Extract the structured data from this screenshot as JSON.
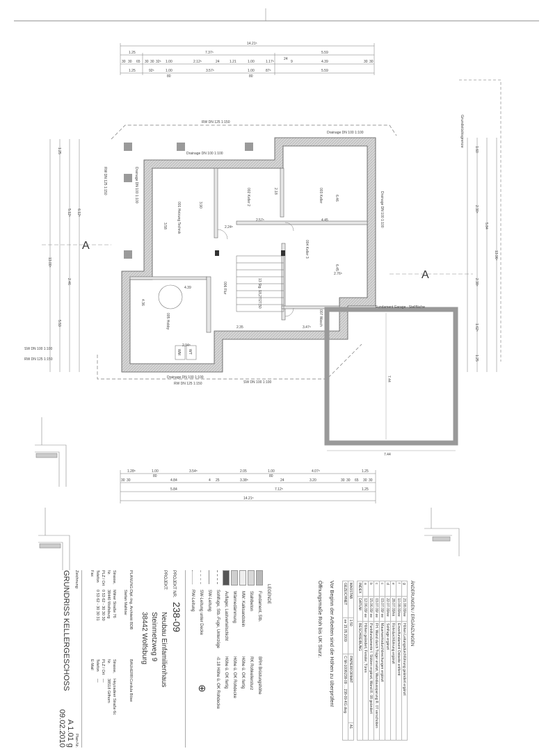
{
  "plan": {
    "section_marker": "A",
    "boundary_label": "Grundstücksgrenze",
    "pipes": {
      "rw_top": "RW DN 125 1:150",
      "drain_top": "Drainage DN 100 1:100",
      "drain_inner": "Drainage DN 100 1:100",
      "drain_left": "Drainage DN 100 1:100",
      "drain_right": "Drainage DN 100 1:100",
      "rw_left": "RW DN 125 1:150",
      "sw_left": "SW DN 100 1:100",
      "rw_bottom": "RW DN 125 1:150",
      "sw_bottom": "SW DN 100 1:100",
      "drain_bottom": "Drainage DN 100 1:100"
    },
    "dims_top": {
      "overall": "14.21⁵",
      "row1": [
        "1.25",
        "7.37⁵",
        "5.59"
      ],
      "row2": [
        "30",
        "30",
        "65",
        "30",
        "30",
        "32⁵",
        "1.00",
        "2.12⁵",
        "24",
        "1.21",
        "1.00",
        "1.17⁵",
        "24",
        "9",
        "4.39",
        "30",
        "30"
      ],
      "row3": [
        "1.25",
        "92⁵",
        "1.00",
        "3.57⁵",
        "1.00",
        "87⁵",
        "5.59"
      ],
      "row3_sub": [
        "80",
        "80"
      ]
    },
    "dims_bottom": {
      "row1": [
        "1.28⁵",
        "1.00",
        "3.54⁵",
        "2.05",
        "1.00",
        "4.07⁵",
        "1.25"
      ],
      "row1_sub": [
        "80",
        "80"
      ],
      "row2": [
        "30",
        "30",
        "4.84",
        "4",
        "25",
        "3.38⁵",
        "24",
        "3.20",
        "30",
        "30",
        "65",
        "30",
        "30"
      ],
      "row3": [
        "5.84",
        "7.12⁵",
        "1.25"
      ],
      "overall": "14.21⁵",
      "garage_width": "7.44"
    },
    "dims_left": [
      "1.25",
      "5.12⁵",
      "13.00⁵",
      "2.46",
      "5.59",
      "6.12⁵"
    ],
    "dims_right": [
      "1.60",
      "2.30⁵",
      "5.84",
      "13.96⁵",
      "2.38⁵",
      "1.62⁵",
      "1.25"
    ],
    "inner_dims": [
      "3.90",
      "2.57⁵",
      "4.45",
      "2.24⁵",
      "3.58",
      "2.18",
      "4.36",
      "2.35",
      "3.47⁵",
      "2.94⁵",
      "4.39",
      "2.76⁵",
      "6.46",
      "6.45"
    ],
    "rooms": [
      {
        "id": "room-01",
        "label": "001 Heizung Technik"
      },
      {
        "id": "room-02",
        "label": "002 Keller 2"
      },
      {
        "id": "room-03",
        "label": "003 Keller"
      },
      {
        "id": "room-04",
        "label": "004 Keller 3"
      },
      {
        "id": "room-05",
        "label": "005 Hobby"
      },
      {
        "id": "room-06",
        "label": "006 Flur"
      },
      {
        "id": "room-07",
        "label": "007 Wasch"
      }
    ],
    "stair_label": "13 Stg. 18,27/27,50",
    "wm_label": "WM",
    "wt_label": "WT",
    "garage_label": "Fundament Garage - Stellfläche",
    "garage_depth": "7.44"
  },
  "legend": {
    "title": "LEGENDE",
    "items": [
      {
        "label": "Fundament, Stb.",
        "color": "#b8b8b8"
      },
      {
        "label": "Stahlbeton",
        "color": "#d8d8d8"
      },
      {
        "label": "MW: Kalksandstein",
        "color": "#eeeeee"
      },
      {
        "label": "Wärmedämmung",
        "color": "#cfcfcf"
      },
      {
        "label": "Auflager, Lastverteilschicht",
        "color": "#555555"
      },
      {
        "label": "Sohlfuge, Stb.-Fuge, Unterzüge",
        "color": "#ffffff"
      },
      {
        "label": "SW-Leitung",
        "color": "#ffffff"
      },
      {
        "label": "SW-Leitung unter Decke",
        "color": "#ffffff"
      },
      {
        "label": "RW-Leitung",
        "color": "#ffffff"
      }
    ],
    "symbols": [
      "BRH Brüstungshöhe",
      "RK Rohkellersturz",
      "Höhe ü. OK fertig",
      "Höhe ü. OK Rohdecke",
      "Höhe ü. OK fertig",
      "-0.18 Höhe ü. OK Rohdecke"
    ]
  },
  "title_block": {
    "project_nr_label": "PROJEKT NR.",
    "project_nr": "238-09",
    "project_label": "PROJEKT:",
    "project_lines": [
      "Neubau Einfamilienhaus",
      "Steinmetzweg 9",
      "38442 Wolfsburg"
    ],
    "planning_label": "PLANUNG:",
    "planner": [
      "Dipl.-Ing. Architekt BDB",
      "Stefan Mahlow"
    ],
    "planner_fields": [
      "Strasse, Nr.",
      "PLZ / Ort",
      "Telefon",
      "Fax"
    ],
    "planner_values": [
      "Milner Straße 76",
      "38440 Wolfsburg",
      "0 53 62 - 30 30 30",
      "0 53 62 - 30 30 31"
    ],
    "client_label": "BAUHERR:",
    "client": "Cordula Böse",
    "client_fields": [
      "Strasse, Nr.",
      "PLZ / Ort",
      "Telefon",
      "E-Mail"
    ],
    "client_values": [
      "Heyzadeer Straße 6c",
      "38518 Gifhorn",
      "—",
      "—"
    ],
    "drawing_label": "Zeichnung:",
    "drawing_title": "GRUNDRISS KELLERGESCHOSS",
    "plan_nr_label": "Plan-Nr.",
    "plan_nr": "A 1.01 g",
    "date": "09.02.2010"
  },
  "changes": {
    "title": "ÄNDERUNGEN / ERGÄNZUNGEN",
    "rows": [
      {
        "index": "g",
        "date": "21.08.09/ee",
        "text": "Höhen Leitungsdurchführung geändert ergänzt"
      },
      {
        "index": "f",
        "date": "10.08.09/ee",
        "text": "Einzelfundament Ostseite entfernt"
      },
      {
        "index": "e",
        "date": "28.07.09/kk",
        "text": "Rohrdurchführung ergänzt"
      },
      {
        "index": "d",
        "date": "22.07.09/ee",
        "text": "Sohlfuge ergänzt"
      },
      {
        "index": "c",
        "date": "03.07.09/ ee",
        "text": "Mauerwerksdurchbrechungen ergänzt"
      },
      {
        "index": "c",
        "date": "03.07.09/ ee",
        "text": "FH. Wand durch Träger ersetzt, Wandaussparung R. 07 verschoben"
      },
      {
        "index": "b",
        "date": "15.06.09/ ee",
        "text": "Punktfundamente f. Stützen ergänzt, Wand R. 08 geändert"
      },
      {
        "index": "a",
        "date": "12.06.09/ ee",
        "text": "Höhen geändert, Fenster, Türen"
      }
    ],
    "header": {
      "index": "INDEX",
      "date": "DATUM",
      "text": "BESCHREIBUNG"
    },
    "scale_label": "MAßSTAB",
    "scale": "1:50",
    "format_label": "PAPIERFORMAT",
    "format": "A1",
    "drawn_label": "GEZEICHNET",
    "drawn_by": "ee",
    "drawn_date": "15.05.2009",
    "file": "C:\\M-1008\\238-09 ... 238-09-KG.dwg"
  },
  "notes": [
    "Vor Beginn der Arbeiten sind die Höhen zu überprüfen!",
    "Öffnungsmaße Roh bis UK Sturz."
  ]
}
